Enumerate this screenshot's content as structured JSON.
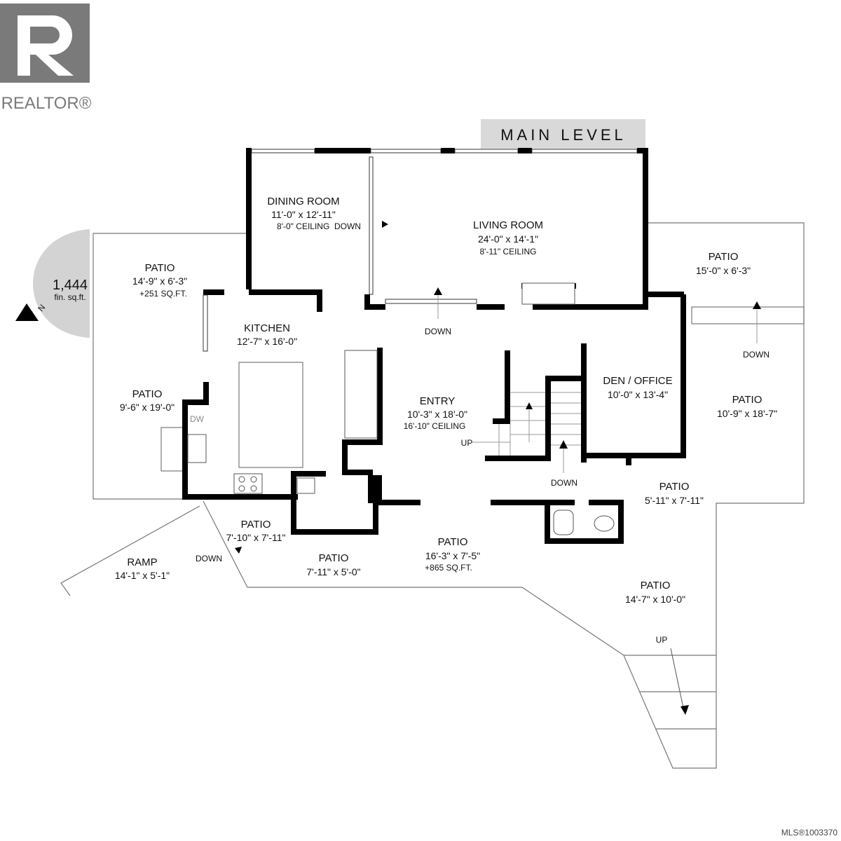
{
  "logo": {
    "text": "REALTOR®"
  },
  "banner": {
    "title": "MAIN LEVEL"
  },
  "summary": {
    "sqft": "1,444",
    "sqft_label": "fin. sq.ft.",
    "north_label": "N"
  },
  "rooms": [
    {
      "name": "DINING ROOM",
      "dims": "11'-0\" x 12'-11\"",
      "note": "8'-0\" CEILING  DOWN"
    },
    {
      "name": "LIVING ROOM",
      "dims": "24'-0\" x 14'-1\"",
      "note": "8'-11\" CEILING"
    },
    {
      "name": "PATIO",
      "dims": "14'-9\" x 6'-3\"",
      "note": "+251 SQ.FT."
    },
    {
      "name": "PATIO",
      "dims": "15'-0\" x 6'-3\""
    },
    {
      "name": "KITCHEN",
      "dims": "12'-7\" x 16'-0\""
    },
    {
      "name": "PATIO",
      "dims": "9'-6\" x 19'-0\""
    },
    {
      "name": "ENTRY",
      "dims": "10'-3\" x 18'-0\"",
      "note": "16'-10\" CEILING"
    },
    {
      "name": "DEN / OFFICE",
      "dims": "10'-0\" x 13'-4\""
    },
    {
      "name": "PATIO",
      "dims": "10'-9\" x 18'-7\""
    },
    {
      "name": "PATIO",
      "dims": "5'-11\" x 7'-11\""
    },
    {
      "name": "PATIO",
      "dims": "7'-10\" x 7'-11\""
    },
    {
      "name": "RAMP",
      "dims": "14'-1\" x 5'-1\""
    },
    {
      "name": "PATIO",
      "dims": "7'-11\" x 5'-0\""
    },
    {
      "name": "PATIO",
      "dims": "16'-3\" x 7'-5\"",
      "note": "+865 SQ.FT."
    },
    {
      "name": "PATIO",
      "dims": "14'-7\" x 10'-0\""
    }
  ],
  "stair_labels": {
    "down1": "DOWN",
    "down2": "DOWN",
    "down3": "DOWN",
    "down4": "DOWN",
    "up1": "UP",
    "up2": "UP",
    "dw": "DW"
  },
  "footer": {
    "mls": "MLS®1003370"
  }
}
